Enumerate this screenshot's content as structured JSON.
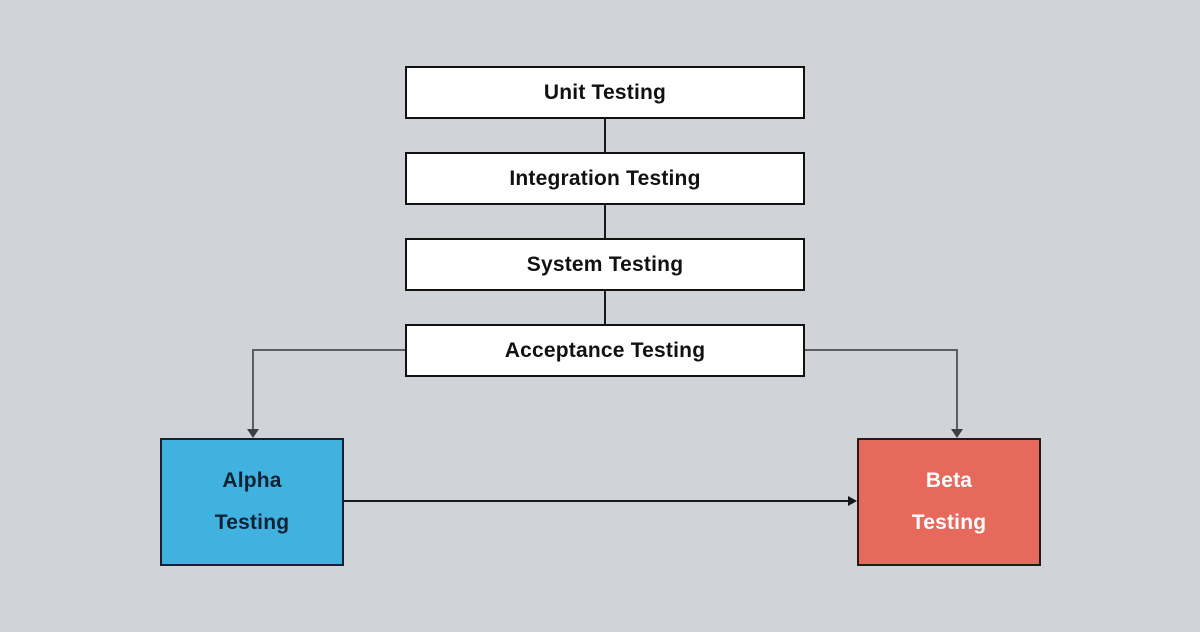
{
  "diagram": {
    "nodes": {
      "unit": {
        "label": "Unit Testing"
      },
      "integration": {
        "label": "Integration Testing"
      },
      "system": {
        "label": "System Testing"
      },
      "acceptance": {
        "label": "Acceptance Testing"
      },
      "alpha": {
        "line1": "Alpha",
        "line2": "Testing"
      },
      "beta": {
        "line1": "Beta",
        "line2": "Testing"
      }
    },
    "edges": [
      {
        "from": "Unit Testing",
        "to": "Integration Testing",
        "arrow": false
      },
      {
        "from": "Integration Testing",
        "to": "System Testing",
        "arrow": false
      },
      {
        "from": "System Testing",
        "to": "Acceptance Testing",
        "arrow": false
      },
      {
        "from": "Acceptance Testing",
        "to": "Alpha Testing",
        "arrow": true
      },
      {
        "from": "Acceptance Testing",
        "to": "Beta Testing",
        "arrow": true
      },
      {
        "from": "Alpha Testing",
        "to": "Beta Testing",
        "arrow": true
      }
    ],
    "colors": {
      "background": "#D0D4D9",
      "node_fill": "#FFFFFF",
      "node_border": "#111111",
      "alpha_fill": "#41B2E0",
      "alpha_text": "#0F2233",
      "beta_fill": "#E6695C",
      "beta_text": "#FFFFFF",
      "connector_dark": "#16191D",
      "connector_gray": "#5A5E64"
    }
  }
}
